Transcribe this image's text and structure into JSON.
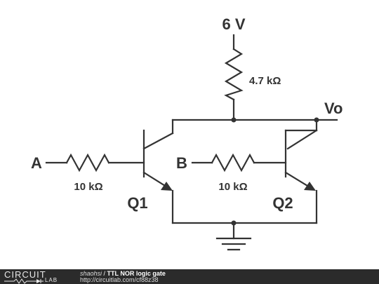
{
  "circuit": {
    "supply_label": "6 V",
    "load_resistor_label": "4.7 kΩ",
    "output_label": "Vo",
    "input_a_label": "A",
    "input_b_label": "B",
    "base_resistor_1_label": "10 kΩ",
    "base_resistor_2_label": "10 kΩ",
    "transistor_1_label": "Q1",
    "transistor_2_label": "Q2"
  },
  "footer": {
    "logo_top": "CIRCUIT",
    "logo_bottom": "LAB",
    "author": "shaohsi",
    "separator": " / ",
    "title": "TTL NOR logic gate",
    "url": "http://circuitlab.com/cf88z38"
  }
}
